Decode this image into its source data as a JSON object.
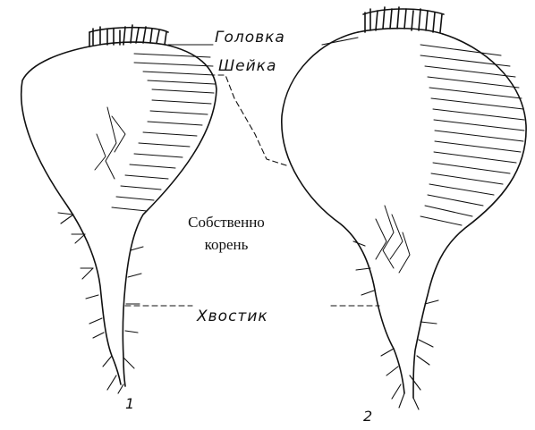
{
  "labels": {
    "head": "Головка",
    "neck": "Шейка",
    "root_line1": "Собственно",
    "root_line2": "корень",
    "tail": "Хвостик"
  },
  "figures": {
    "fig1_number": "1",
    "fig2_number": "2"
  },
  "colors": {
    "ink": "#111111",
    "paper": "#ffffff"
  }
}
